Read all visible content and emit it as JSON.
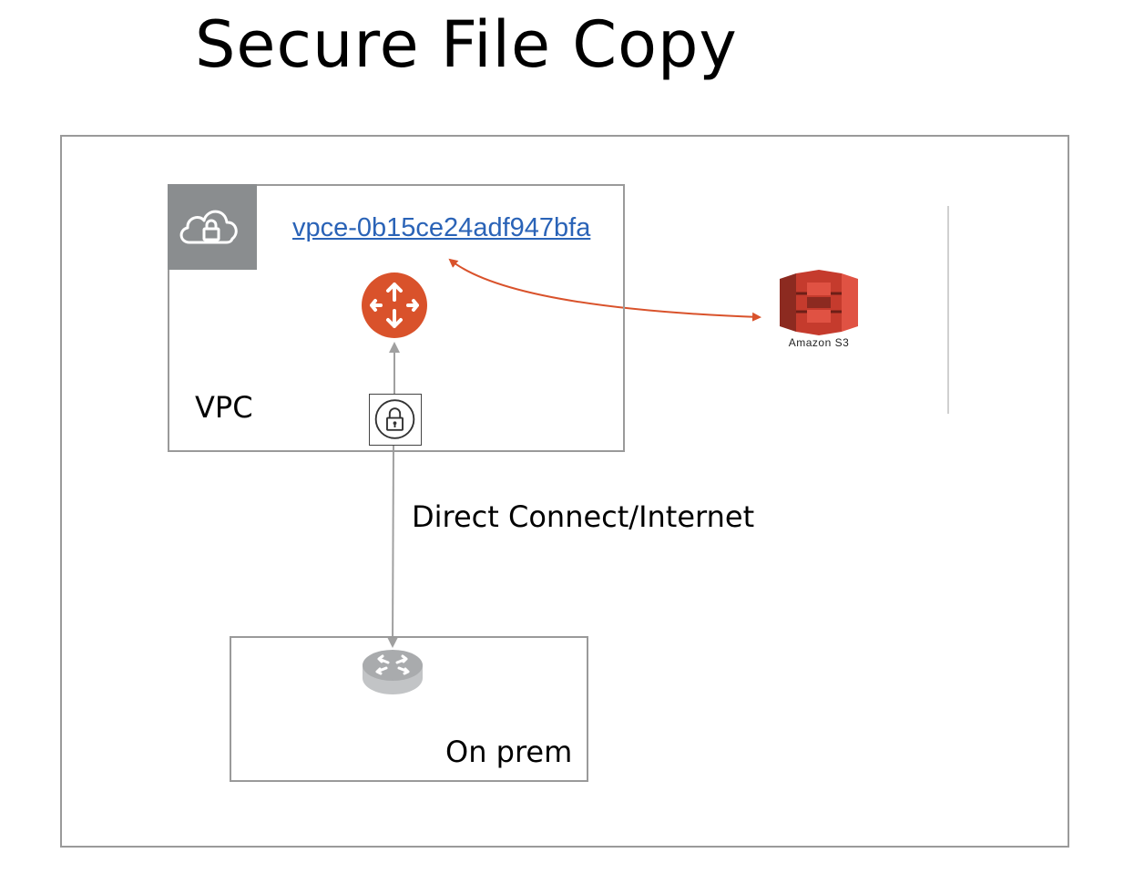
{
  "title": "Secure File Copy",
  "vpc": {
    "label": "VPC",
    "badge_icon": "cloud-lock-icon"
  },
  "endpoint": {
    "link_text": "vpce-0b15ce24adf947bfa",
    "router_icon": "router-icon",
    "color": "#d9522b"
  },
  "gateway": {
    "icon": "lock-icon"
  },
  "connection": {
    "label": "Direct Connect/Internet"
  },
  "on_prem": {
    "label": "On prem",
    "router_icon": "router-icon"
  },
  "s3": {
    "label": "Amazon S3",
    "icon": "amazon-s3-icon"
  },
  "colors": {
    "accent": "#d9522b",
    "badge": "#8a8d8f",
    "link": "#2a63b7",
    "border": "#9a9a9a",
    "arrow": "#a0a0a0"
  }
}
